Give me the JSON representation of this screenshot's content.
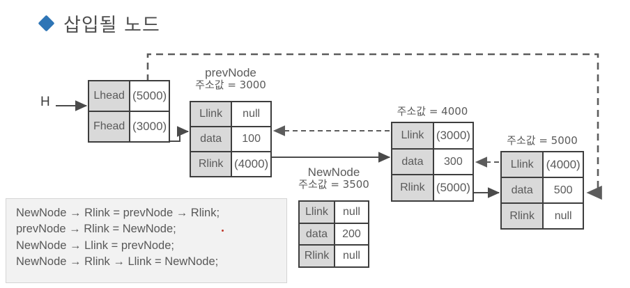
{
  "slide": {
    "title": "삽입될 노드",
    "bullet_icon": "diamond-icon",
    "accent_color": "#2e75b6"
  },
  "pointers": {
    "head_label": "H"
  },
  "nodes": [
    {
      "id": "head",
      "name": "",
      "address_label": "",
      "rows": [
        {
          "key": "Lhead",
          "value": "(5000)"
        },
        {
          "key": "Fhead",
          "value": "(3000)"
        }
      ]
    },
    {
      "id": "prev",
      "name": "prevNode",
      "address_label": "주소값 = 3000",
      "rows": [
        {
          "key": "Llink",
          "value": "null"
        },
        {
          "key": "data",
          "value": "100"
        },
        {
          "key": "Rlink",
          "value": "(4000)"
        }
      ]
    },
    {
      "id": "new",
      "name": "NewNode",
      "address_label": "주소값 = 3500",
      "rows": [
        {
          "key": "Llink",
          "value": "null"
        },
        {
          "key": "data",
          "value": "200"
        },
        {
          "key": "Rlink",
          "value": "null"
        }
      ]
    },
    {
      "id": "n4000",
      "name": "",
      "address_label": "주소값 = 4000",
      "rows": [
        {
          "key": "Llink",
          "value": "(3000)"
        },
        {
          "key": "data",
          "value": "300"
        },
        {
          "key": "Rlink",
          "value": "(5000)"
        }
      ]
    },
    {
      "id": "n5000",
      "name": "",
      "address_label": "주소값 = 5000",
      "rows": [
        {
          "key": "Llink",
          "value": "(4000)"
        },
        {
          "key": "data",
          "value": "500"
        },
        {
          "key": "Rlink",
          "value": "null"
        }
      ]
    }
  ],
  "code": {
    "lines": [
      "NewNode → Rlink = prevNode → Rlink;",
      "prevNode → Rlink = NewNode;",
      "NewNode → Llink = prevNode;",
      "NewNode → Rlink → Llink = NewNode;"
    ]
  }
}
